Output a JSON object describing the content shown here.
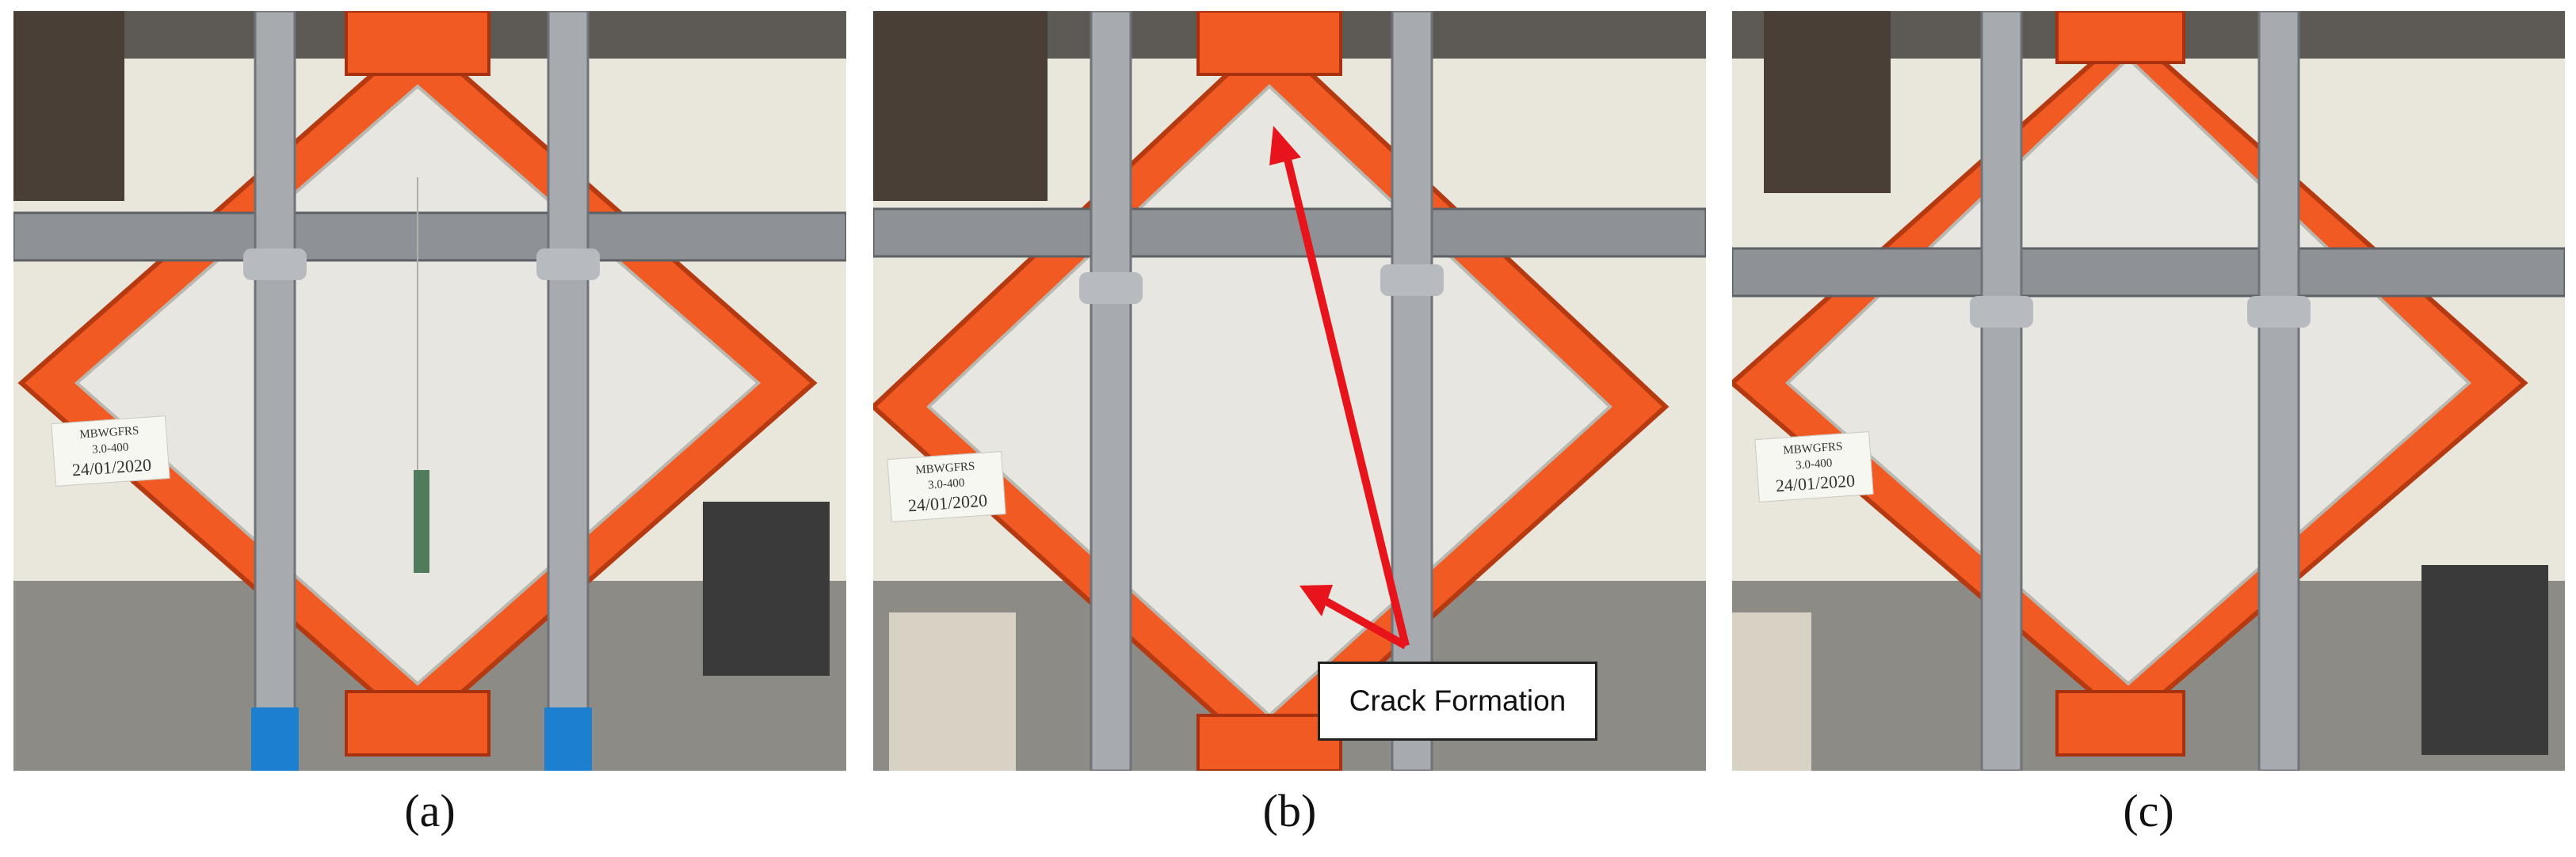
{
  "figure": {
    "panels": [
      {
        "id": "a",
        "caption": "(a)",
        "label_card": {
          "line1": "MBWGFRS",
          "line2": "3.0-400",
          "date": "24/01/2020"
        }
      },
      {
        "id": "b",
        "caption": "(b)",
        "label_card": {
          "line1": "MBWGFRS",
          "line2": "3.0-400",
          "date": "24/01/2020"
        }
      },
      {
        "id": "c",
        "caption": "(c)",
        "label_card": {
          "line1": "MBWGFRS",
          "line2": "3.0-400",
          "date": "24/01/2020"
        }
      }
    ],
    "annotation": {
      "text": "Crack Formation",
      "arrow_color": "#e8141b"
    }
  },
  "colors": {
    "frame_orange": "#f15a22",
    "specimen": "#e7e6e0",
    "steel": "#9aa0a6",
    "wall": "#e9e6dc"
  }
}
